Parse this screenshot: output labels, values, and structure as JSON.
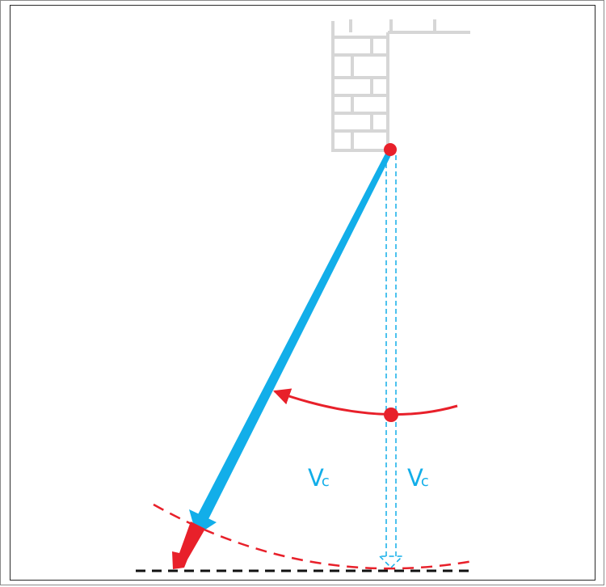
{
  "diagram": {
    "labels": {
      "left_v": "V",
      "left_sub": "c",
      "right_v": "V",
      "right_sub": "c"
    },
    "colors": {
      "pendulum": "#12aee9",
      "accent": "#e8202a",
      "wall": "#d6d6d6",
      "ground": "#111111",
      "frame": "#2a2a2a"
    },
    "icons": [
      "brick-wall-icon",
      "pivot-dot-icon",
      "bob-dot-icon"
    ]
  }
}
